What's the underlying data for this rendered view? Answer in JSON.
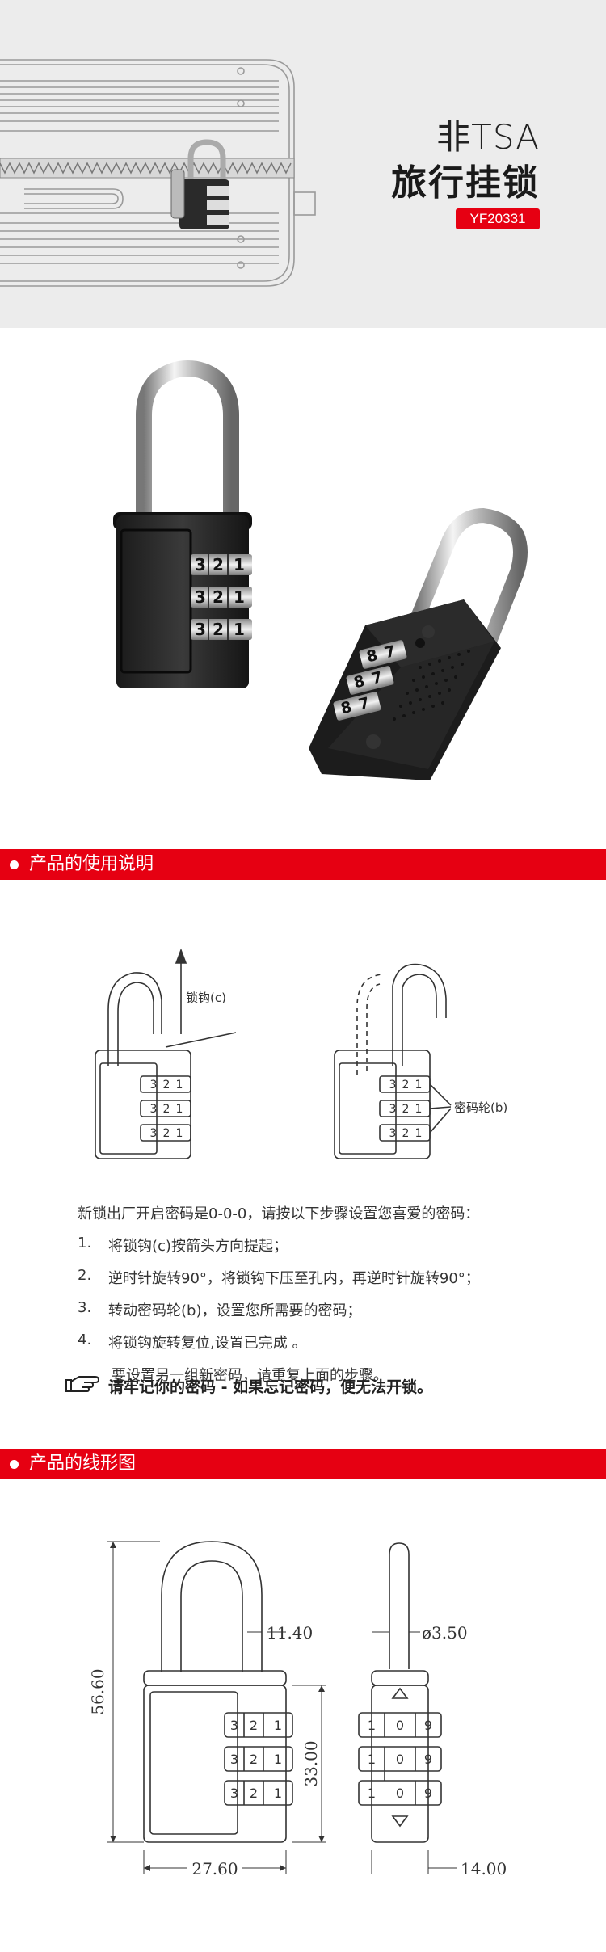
{
  "hero": {
    "title_line1": "非TSA",
    "title_line2": "旅行挂锁",
    "model": "YF20331"
  },
  "product_dials": {
    "front": [
      "3",
      "2",
      "1"
    ],
    "angled": [
      "8",
      "7"
    ]
  },
  "sections": {
    "usage_title": "产品的使用说明",
    "drawing_title": "产品的线形图"
  },
  "usage_diagram": {
    "shackle_label": "锁钩(c)",
    "wheel_label": "密码轮(b)"
  },
  "instructions": {
    "intro": "新锁出厂开启密码是0-0-0，请按以下步骤设置您喜爱的密码：",
    "steps": [
      {
        "num": "1.",
        "text": "将锁钩(c)按箭头方向提起；"
      },
      {
        "num": "2.",
        "text": "逆时针旋转90°，将锁钩下压至孔内，再逆时针旋转90°；"
      },
      {
        "num": "3.",
        "text": "转动密码轮(b)，设置您所需要的密码；"
      },
      {
        "num": "4.",
        "text": "将锁钩旋转复位,设置已完成 。"
      }
    ],
    "note": "要设置另一组新密码，请重复上面的步骤。",
    "warning": "请牢记你的密码 - 如果忘记密码，便无法开锁。"
  },
  "dimensions": {
    "height": "56.60",
    "shackle_clearance": "11.40",
    "body_height": "33.00",
    "width": "27.60",
    "shackle_diameter": "ø3.50",
    "thickness": "14.00",
    "drawing_digits_front": [
      "3",
      "2",
      "1"
    ],
    "drawing_digits_side": [
      "1",
      "0",
      "9"
    ]
  }
}
